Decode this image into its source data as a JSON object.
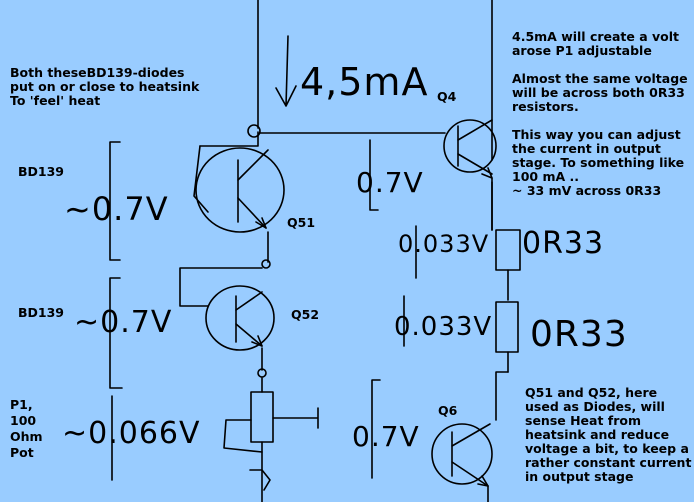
{
  "notes": {
    "left_top": "Both theseBD139-diodes\nput on or close to heatsink\nTo 'feel' heat",
    "bd139_1": "BD139",
    "bd139_2": "BD139",
    "p1": "P1,\n100\nOhm\nPot",
    "right_top": "4.5mA will create a volt\narose P1 adjustable\n\nAlmost the same voltage\nwill be across both 0R33\nresistors.\n\nThis way you can adjust\nthe current in output\nstage. To something like\n100 mA ..\n~ 33 mV across 0R33",
    "right_bottom": "Q51 and Q52, here\nused as Diodes, will\nsense Heat from\nheatsink and reduce\nvoltage a bit, to keep a\nrather constant current\nin output stage"
  },
  "handwritten": {
    "current": "4,5mA",
    "v_q51": "~0.7V",
    "v_q52": "~0.7V",
    "v_p1": "~0.066V",
    "v_q4": "0.7V",
    "v_r1": "0.033V",
    "r1_label": "0R33",
    "v_r2": "0.033V",
    "r2_label": "0R33",
    "v_q6": "0.7V"
  },
  "labels": {
    "q4": "Q4",
    "q51": "Q51",
    "q52": "Q52",
    "q6": "Q6"
  },
  "colors": {
    "background": "#99CCFF",
    "ink": "#000000"
  }
}
